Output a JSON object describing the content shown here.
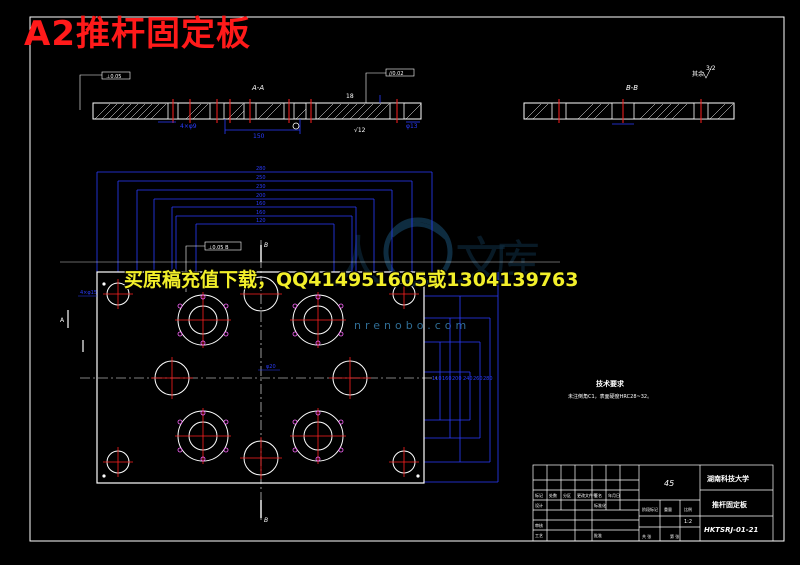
{
  "title_banner": "A2推杆固定板",
  "watermark": {
    "purchase_text": "买原稿充值下载，QQ414951605或1304139763",
    "site_letters": "nrenobo.com"
  },
  "views": {
    "section_a_label": "A-A",
    "section_b_label": "B-B",
    "plan_marker_top": "B",
    "plan_marker_bottom": "B",
    "roughness_symbol": "3.2"
  },
  "tech_requirements": {
    "heading": "技术要求",
    "body": "未注倒角C1，表面硬度HRC28~32。"
  },
  "title_block": {
    "material": "45",
    "university": "湖南科技大学",
    "part_name": "推杆固定板",
    "drawing_code": "HKTSRJ-01-21",
    "scale": "1:2"
  }
}
